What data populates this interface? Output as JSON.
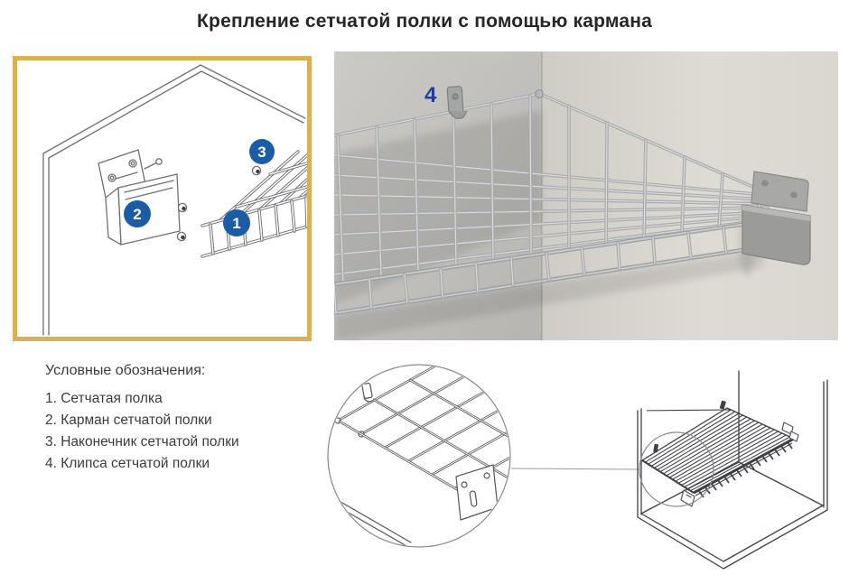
{
  "title": "Крепление сетчатой полки с помощью кармана",
  "legend": {
    "heading": "Условные обозначения:",
    "items": [
      "1. Сетчатая полка",
      "2. Карман сетчатой полки",
      "3. Наконечник сетчатой полки",
      "4. Клипса сетчатой полки"
    ]
  },
  "callouts": {
    "shelf": "1",
    "pocket": "2",
    "tip": "3",
    "clip": "4"
  },
  "colors": {
    "badge_blue": "#1b5ca6",
    "label_blue": "#203e98",
    "frame_gold": "#d7b058",
    "line_gray": "#6e7073",
    "text_dark": "#262626",
    "text_legend": "#3b3b3b"
  }
}
